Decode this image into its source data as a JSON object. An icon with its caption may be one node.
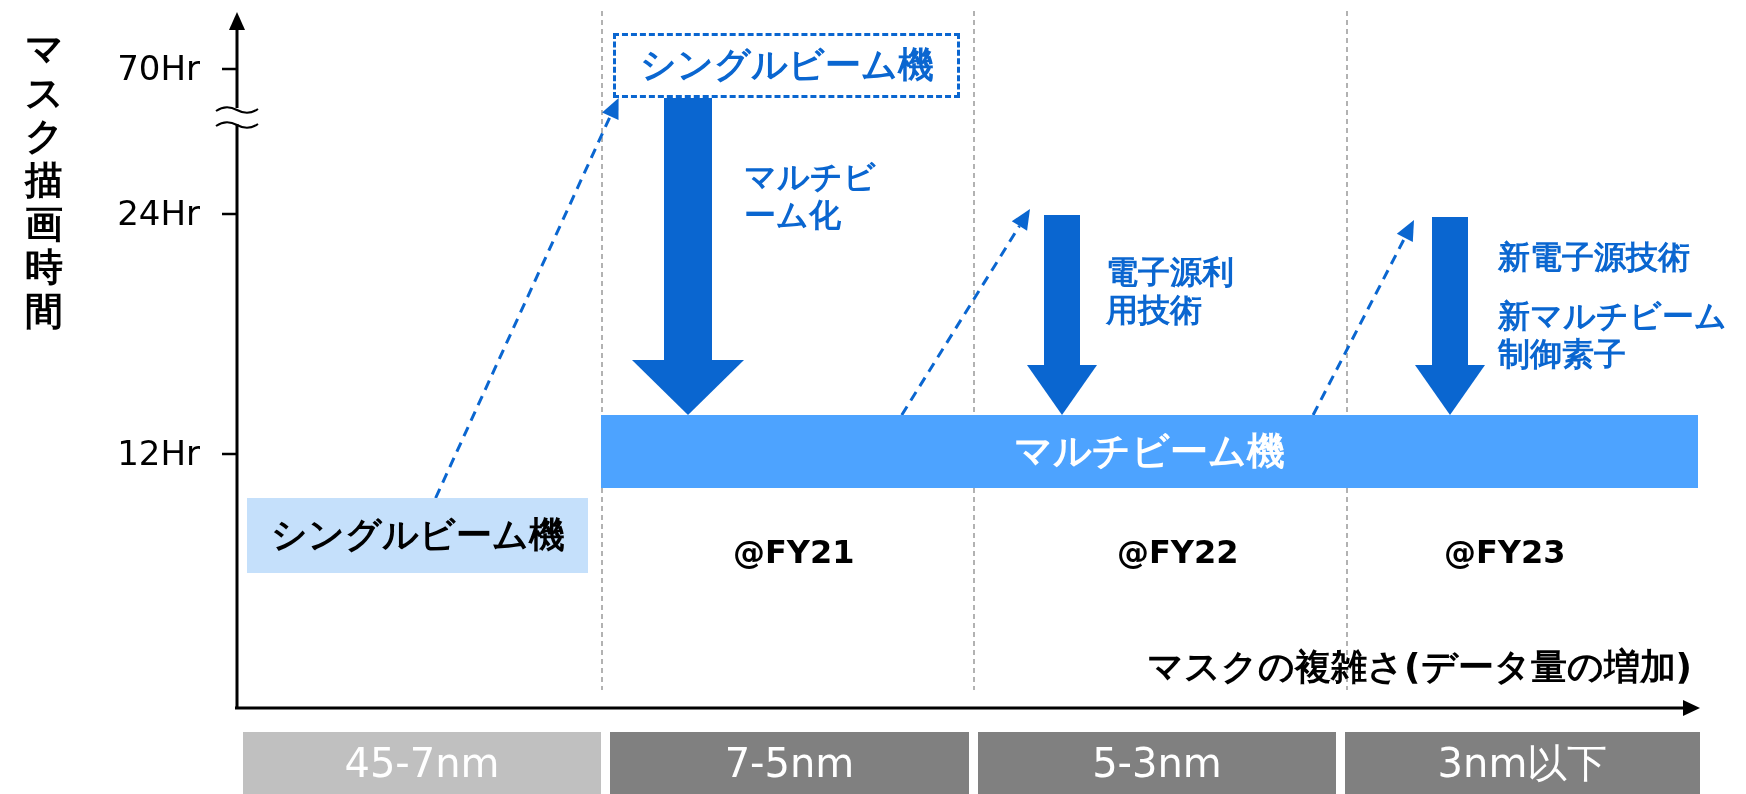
{
  "diagram": {
    "nodes": [
      {
        "text": [
          "シングルビーム機"
        ]
      },
      {
        "text": [
          "シングルビーム機"
        ]
      },
      {
        "text": [
          "マルチビーム機"
        ]
      },
      {
        "text": [
          "45-7nm"
        ]
      },
      {
        "text": [
          "7-5nm"
        ]
      },
      {
        "text": [
          "5-3nm"
        ]
      },
      {
        "text": [
          "3nm以下"
        ]
      }
    ],
    "edges": [
      {
        "from": 0,
        "to": 1,
        "arrow": "to",
        "style": "dashed"
      },
      {
        "from": 1,
        "to": 2,
        "arrow": "to",
        "style": "thick"
      },
      {
        "from": 2,
        "to": null,
        "arrow": "to",
        "style": "dashed"
      },
      {
        "from": null,
        "to": 2,
        "arrow": "to",
        "style": "thick"
      },
      {
        "from": 2,
        "to": null,
        "arrow": "to",
        "style": "dashed"
      },
      {
        "from": null,
        "to": 2,
        "arrow": "to",
        "style": "thick"
      }
    ],
    "labels": [
      "マスク描画時間",
      "70Hr",
      "24Hr",
      "12Hr",
      "マルチビーム化",
      "電子源利用技術",
      "新電子源技術",
      "新マルチビーム制御素子",
      "@FY21",
      "@FY22",
      "@FY23",
      "マスクの複雑さ(データ量の増加)"
    ]
  }
}
